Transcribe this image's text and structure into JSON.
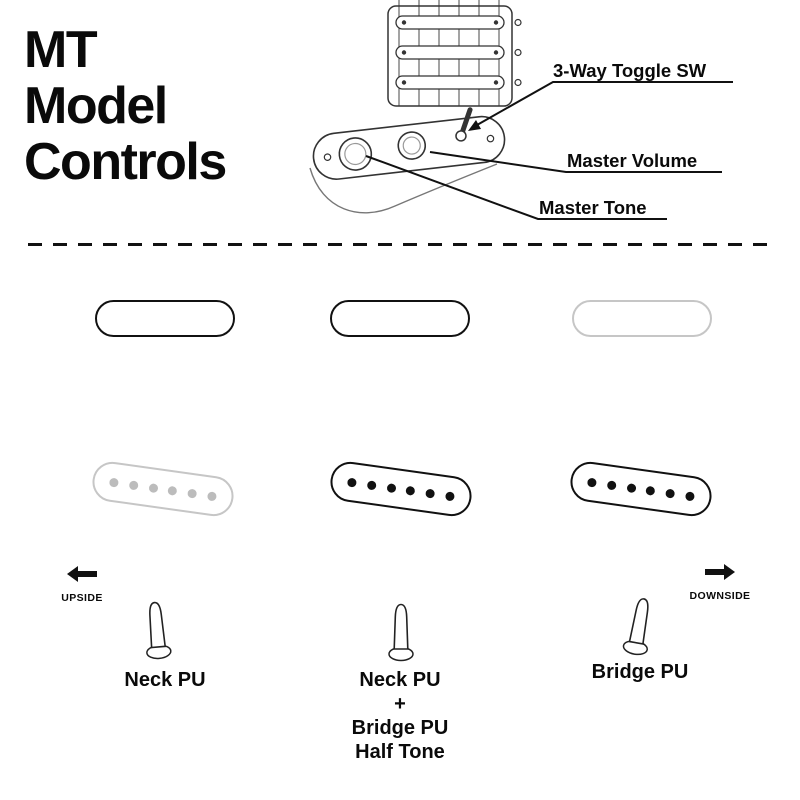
{
  "title": {
    "lines": [
      "MT",
      "Model",
      "Controls"
    ]
  },
  "hero": {
    "callouts": [
      {
        "id": "toggle-switch",
        "label": "3-Way Toggle SW"
      },
      {
        "id": "master-volume",
        "label": "Master Volume"
      },
      {
        "id": "master-tone",
        "label": "Master Tone"
      }
    ]
  },
  "direction_legend": {
    "upside": "UPSIDE",
    "downside": "DOWNSIDE"
  },
  "positions": [
    {
      "name": "up",
      "label_lines": [
        "Neck PU"
      ],
      "neck_pickup_active": true,
      "bridge_pickup_active": false
    },
    {
      "name": "middle",
      "label_lines": [
        "Neck PU",
        "+",
        "Bridge PU",
        "Half Tone"
      ],
      "neck_pickup_active": true,
      "bridge_pickup_active": true
    },
    {
      "name": "down",
      "label_lines": [
        "Bridge PU"
      ],
      "neck_pickup_active": false,
      "bridge_pickup_active": true
    }
  ],
  "colors": {
    "active": "#111111",
    "inactive": "#c6c6c6",
    "inactive_dot": "#bcbcbc",
    "line": "#111111"
  }
}
